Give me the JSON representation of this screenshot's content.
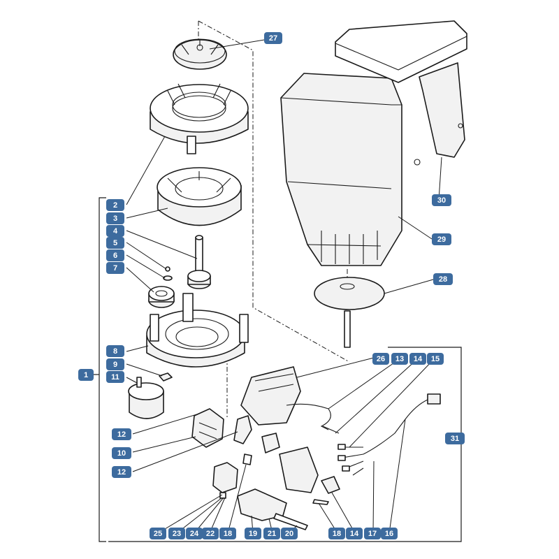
{
  "callout_color": "#3d6b9e",
  "callouts": [
    {
      "id": "c27",
      "text": "27"
    },
    {
      "id": "c2",
      "text": "2"
    },
    {
      "id": "c3",
      "text": "3"
    },
    {
      "id": "c4",
      "text": "4"
    },
    {
      "id": "c5",
      "text": "5"
    },
    {
      "id": "c6",
      "text": "6"
    },
    {
      "id": "c7",
      "text": "7"
    },
    {
      "id": "c8",
      "text": "8"
    },
    {
      "id": "c9",
      "text": "9"
    },
    {
      "id": "c1",
      "text": "1"
    },
    {
      "id": "c11",
      "text": "11"
    },
    {
      "id": "c12a",
      "text": "12"
    },
    {
      "id": "c10",
      "text": "10"
    },
    {
      "id": "c12b",
      "text": "12"
    },
    {
      "id": "c30",
      "text": "30"
    },
    {
      "id": "c29",
      "text": "29"
    },
    {
      "id": "c28",
      "text": "28"
    },
    {
      "id": "c26",
      "text": "26"
    },
    {
      "id": "c13",
      "text": "13"
    },
    {
      "id": "c14a",
      "text": "14"
    },
    {
      "id": "c15",
      "text": "15"
    },
    {
      "id": "c31",
      "text": "31"
    },
    {
      "id": "c25",
      "text": "25"
    },
    {
      "id": "c23",
      "text": "23"
    },
    {
      "id": "c24",
      "text": "24"
    },
    {
      "id": "c22",
      "text": "22"
    },
    {
      "id": "c18a",
      "text": "18"
    },
    {
      "id": "c19",
      "text": "19"
    },
    {
      "id": "c21",
      "text": "21"
    },
    {
      "id": "c20",
      "text": "20"
    },
    {
      "id": "c18b",
      "text": "18"
    },
    {
      "id": "c14b",
      "text": "14"
    },
    {
      "id": "c17",
      "text": "17"
    },
    {
      "id": "c16",
      "text": "16"
    }
  ]
}
